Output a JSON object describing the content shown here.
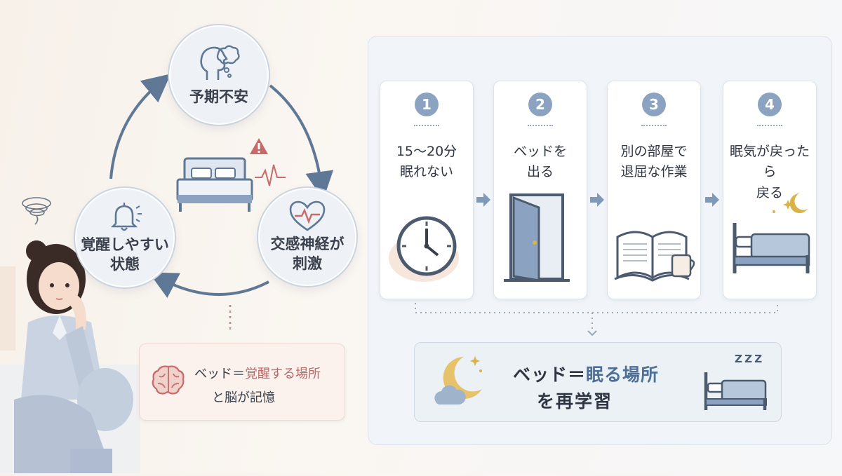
{
  "cycle": {
    "anxiety": "予期不安",
    "sympathetic": "交感神経が\n刺激",
    "awake": "覚醒しやすい\n状態",
    "memory": {
      "prefix": "ベッド＝",
      "highlight": "覚醒する場所",
      "line2": "と脳が記憶"
    }
  },
  "steps": [
    {
      "num": "1",
      "text": "15〜20分\n眠れない",
      "icon": "clock-icon"
    },
    {
      "num": "2",
      "text": "ベッドを\n出る",
      "icon": "open-door-icon"
    },
    {
      "num": "3",
      "text": "別の部屋で\n退屈な作業",
      "icon": "book-mug-icon"
    },
    {
      "num": "4",
      "text": "眠気が戻ったら\n戻る",
      "icon": "bed-moon-icon"
    }
  ],
  "result": {
    "prefix": "ベッド＝",
    "highlight": "眠る場所",
    "line2": "を再学習",
    "zzz": "Z Z Z"
  },
  "colors": {
    "accent": "#4d6f98",
    "warning": "#c96a6a",
    "steel": "#5f7896"
  }
}
